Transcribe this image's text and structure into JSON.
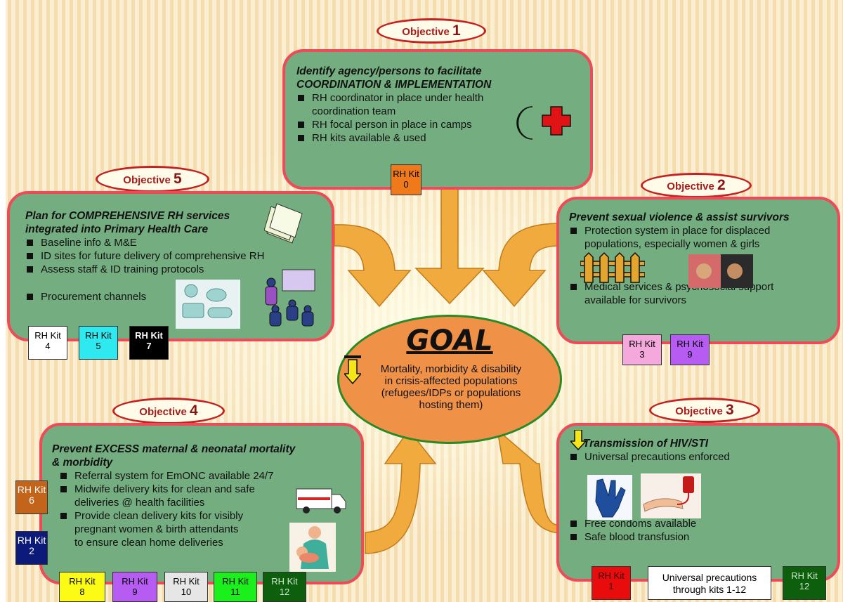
{
  "goal": {
    "title": "GOAL",
    "lines": [
      "Mortality, morbidity & disability",
      "in crisis-affected populations",
      "(refugees/IDPs or populations",
      "hosting them)"
    ]
  },
  "objectives": {
    "o1": {
      "label": "Objective",
      "num": "1",
      "title_lines": [
        "Identify agency/persons to facilitate",
        "COORDINATION  & IMPLEMENTATION"
      ],
      "bullets": [
        [
          "RH coordinator in place under health",
          "coordination team"
        ],
        [
          "RH focal person in place in camps"
        ],
        [
          "RH kits available & used"
        ]
      ]
    },
    "o2": {
      "label": "Objective",
      "num": "2",
      "title_lines": [
        "Prevent sexual violence & assist survivors"
      ],
      "bullets": [
        [
          "Protection system in place for displaced",
          "populations, especially women & girls"
        ],
        [
          "Medical services & psychosocial support",
          "available for  survivors"
        ]
      ]
    },
    "o3": {
      "label": "Objective",
      "num": "3",
      "title_lines": [
        "Transmission of HIV/STI"
      ],
      "bullets": [
        [
          "Universal precautions enforced"
        ],
        [
          "Free condoms available"
        ],
        [
          "Safe blood transfusion"
        ]
      ]
    },
    "o4": {
      "label": "Objective",
      "num": "4",
      "title_lines": [
        "Prevent EXCESS maternal & neonatal mortality",
        "& morbidity"
      ],
      "bullets": [
        [
          "Referral system for EmONC available 24/7"
        ],
        [
          "Midwife delivery kits for clean and safe",
          "deliveries @ health facilities"
        ],
        [
          "Provide clean delivery kits for visibly",
          "pregnant women & birth attendants",
          "to ensure clean home deliveries"
        ]
      ]
    },
    "o5": {
      "label": "Objective",
      "num": "5",
      "title_lines": [
        "Plan for COMPREHENSIVE RH services",
        "integrated into Primary Health Care"
      ],
      "bullets": [
        [
          "Baseline info & M&E"
        ],
        [
          "ID sites for future delivery of comprehensive RH"
        ],
        [
          "Assess staff & ID training protocols"
        ],
        [
          "Procurement channels"
        ]
      ]
    }
  },
  "kits": {
    "label": "RH Kit",
    "k0": "0",
    "k4": "4",
    "k5": "5",
    "k7": "7",
    "k3": "3",
    "k9a": "9",
    "k6": "6",
    "k2": "2",
    "k8": "8",
    "k9b": "9",
    "k10": "10",
    "k11": "11",
    "k12a": "12",
    "k1": "1",
    "k12b": "12",
    "universal_lines": [
      "Universal precautions",
      "through kits 1-12"
    ]
  },
  "colors": {
    "box_fill": "#74ad80",
    "box_border": "#ee4a57",
    "arrow": "#f0aa3e",
    "goal_fill": "#ef9147",
    "kit_orange": "#f07a1a",
    "kit_white": "#ffffff",
    "kit_cyan": "#2ee9ef",
    "kit_black": "#000000",
    "kit_pink": "#f5a8dc",
    "kit_purple": "#b65cf3",
    "kit_brown": "#c2651b",
    "kit_navy": "#0c1b7a",
    "kit_yellow": "#fbfb16",
    "kit_grey": "#e6e6e6",
    "kit_green": "#1cf01c",
    "kit_darkgreen": "#0d5f0d",
    "kit_red": "#e80c0c"
  },
  "icons": [
    "crescent-icon",
    "red-cross-icon",
    "documents-icon",
    "training-meeting-icon",
    "supplies-icon",
    "fence-icon",
    "women-photo",
    "glove-icon",
    "blood-transfusion-icon",
    "ambulance-icon",
    "midwife-icon",
    "down-arrow-icon"
  ]
}
